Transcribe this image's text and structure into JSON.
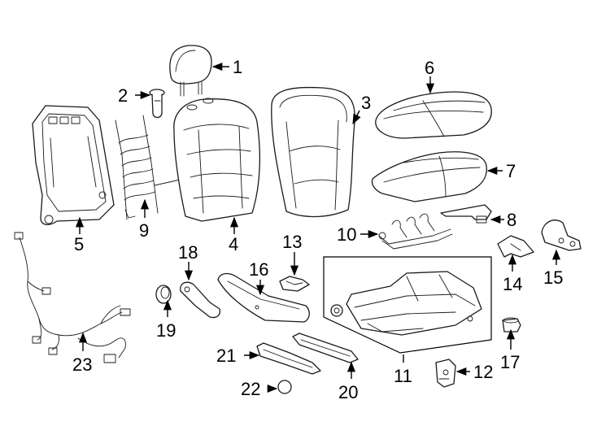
{
  "diagram": {
    "callouts": {
      "c1": "1",
      "c2": "2",
      "c3": "3",
      "c4": "4",
      "c5": "5",
      "c6": "6",
      "c7": "7",
      "c8": "8",
      "c9": "9",
      "c10": "10",
      "c11": "11",
      "c12": "12",
      "c13": "13",
      "c14": "14",
      "c15": "15",
      "c16": "16",
      "c17": "17",
      "c18": "18",
      "c19": "19",
      "c20": "20",
      "c21": "21",
      "c22": "22",
      "c23": "23"
    },
    "colors": {
      "line": "#1a1a1a",
      "background": "#ffffff"
    }
  }
}
